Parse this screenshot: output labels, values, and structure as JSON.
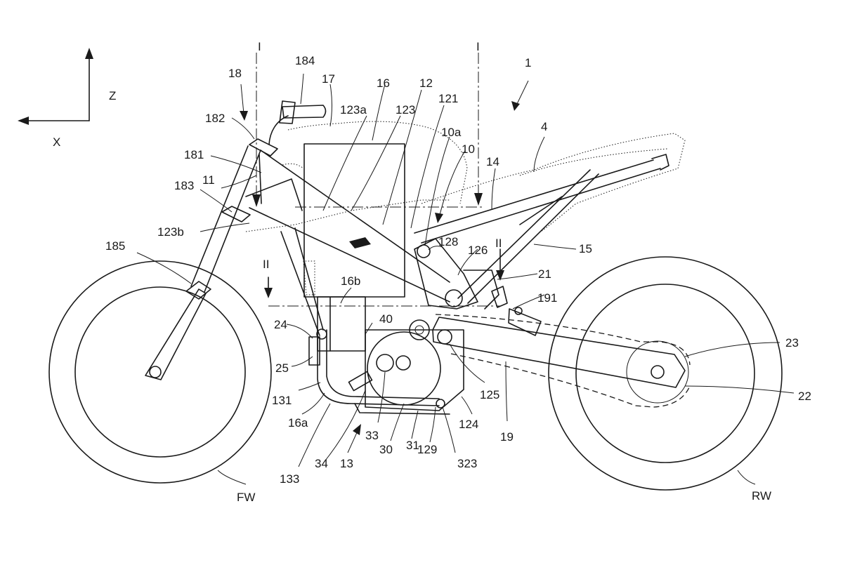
{
  "figure": {
    "axes": {
      "x": "X",
      "z": "Z"
    },
    "section_markers": [
      "I",
      "I",
      "II",
      "II"
    ],
    "labels": [
      "1",
      "4",
      "10",
      "10a",
      "11",
      "12",
      "121",
      "123",
      "123a",
      "123b",
      "124",
      "125",
      "126",
      "128",
      "129",
      "13",
      "131",
      "133",
      "14",
      "15",
      "16",
      "16a",
      "16b",
      "17",
      "18",
      "181",
      "182",
      "183",
      "184",
      "185",
      "19",
      "191",
      "21",
      "22",
      "23",
      "24",
      "25",
      "30",
      "31",
      "323",
      "33",
      "34",
      "40",
      "FW",
      "RW"
    ]
  }
}
